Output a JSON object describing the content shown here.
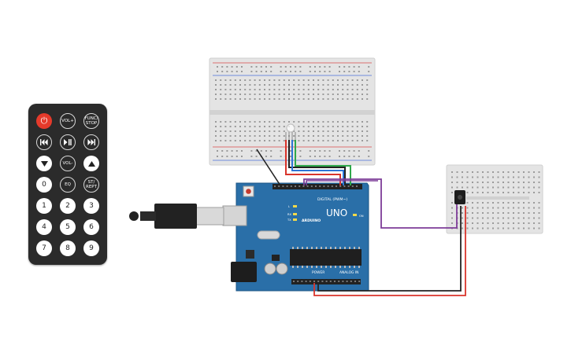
{
  "remote": {
    "buttons": [
      {
        "id": "power",
        "label": "⏻",
        "style": "power",
        "icon": "power-icon"
      },
      {
        "id": "vol-up",
        "label": "VOL+",
        "style": "dark"
      },
      {
        "id": "func-stop",
        "label": "FUNC/\nSTOP",
        "style": "dark"
      },
      {
        "id": "rewind",
        "label": "",
        "style": "dark",
        "icon": "rewind-icon"
      },
      {
        "id": "play-pause",
        "label": "",
        "style": "dark",
        "icon": "play-pause-icon"
      },
      {
        "id": "fast-forward",
        "label": "",
        "style": "dark",
        "icon": "fast-forward-icon"
      },
      {
        "id": "down",
        "label": "",
        "style": "white",
        "icon": "triangle-down-icon"
      },
      {
        "id": "vol-down",
        "label": "VOL-",
        "style": "dark"
      },
      {
        "id": "up",
        "label": "",
        "style": "white",
        "icon": "triangle-up-icon"
      },
      {
        "id": "0",
        "label": "0",
        "style": "num"
      },
      {
        "id": "eq",
        "label": "EQ",
        "style": "dark"
      },
      {
        "id": "st-rept",
        "label": "ST/\nREPT",
        "style": "dark"
      },
      {
        "id": "1",
        "label": "1",
        "style": "num"
      },
      {
        "id": "2",
        "label": "2",
        "style": "num"
      },
      {
        "id": "3",
        "label": "3",
        "style": "num"
      },
      {
        "id": "4",
        "label": "4",
        "style": "num"
      },
      {
        "id": "5",
        "label": "5",
        "style": "num"
      },
      {
        "id": "6",
        "label": "6",
        "style": "num"
      },
      {
        "id": "7",
        "label": "7",
        "style": "num"
      },
      {
        "id": "8",
        "label": "8",
        "style": "num"
      },
      {
        "id": "9",
        "label": "9",
        "style": "num"
      }
    ]
  },
  "arduino": {
    "logo": "UNO",
    "brand": "ARDUINO",
    "digital_label": "DIGITAL (PWM~)",
    "power_label": "POWER",
    "analog_label": "ANALOG IN",
    "tx_label": "TX",
    "rx_label": "RX",
    "on_label": "ON",
    "l_label": "L"
  },
  "colors": {
    "board": "#2a6fa8",
    "board_edge": "#1c5585",
    "breadboard": "#e6e6e6",
    "rail_red": "#d84b4b",
    "rail_blue": "#4a6fd8",
    "wire_red": "#d9342b",
    "wire_green": "#2fa84a",
    "wire_blue": "#2e74d6",
    "wire_black": "#222222",
    "wire_purple": "#7d3c98",
    "wire_grey": "#9e9e9e"
  }
}
